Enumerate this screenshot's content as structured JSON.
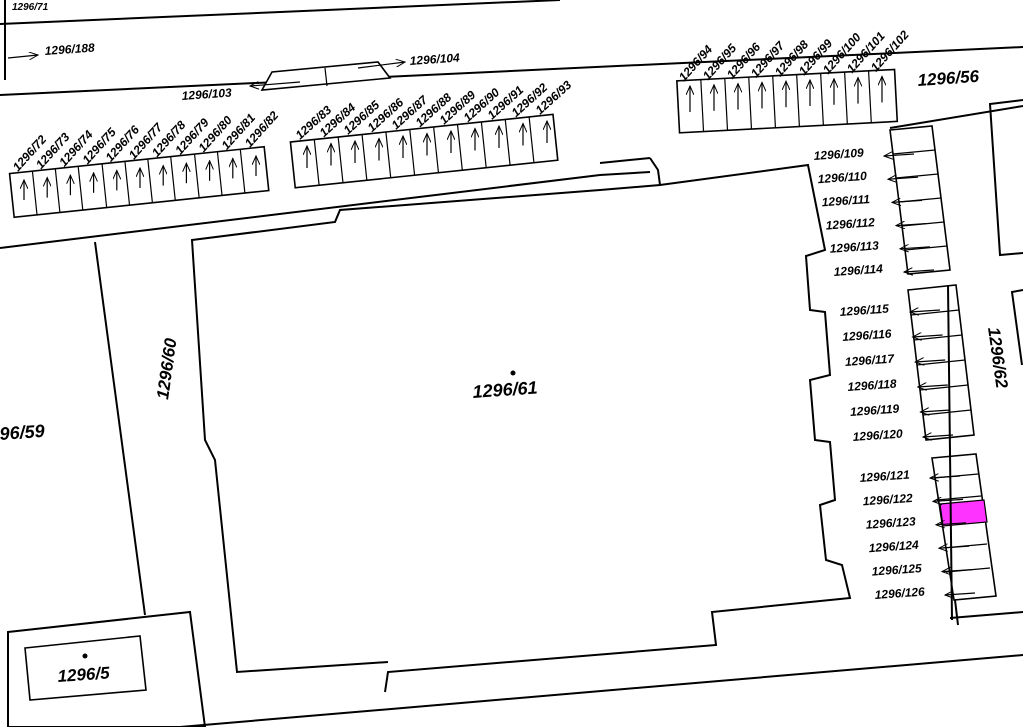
{
  "highlight_color": "#ff33ff",
  "main_parcel": "1296/61",
  "parcels": {
    "p71": "1296/71",
    "p188": "1296/188",
    "p104": "1296/104",
    "p103": "1296/103",
    "p56": "1296/56",
    "p60": "1296/60",
    "p59": "96/59",
    "p62": "1296/62",
    "p5": "1296/5"
  },
  "top_left_row": [
    "1296/72",
    "1296/73",
    "1296/74",
    "1296/75",
    "1296/76",
    "1296/77",
    "1296/78",
    "1296/79",
    "1296/80",
    "1296/81",
    "1296/82"
  ],
  "top_mid_row": [
    "1296/83",
    "1296/84",
    "1296/85",
    "1296/86",
    "1296/87",
    "1296/88",
    "1296/89",
    "1296/90",
    "1296/91",
    "1296/92",
    "1296/93"
  ],
  "top_right_row": [
    "1296/94",
    "1296/95",
    "1296/96",
    "1296/97",
    "1296/98",
    "1296/99",
    "1296/100",
    "1296/101",
    "1296/102"
  ],
  "right_col_a": [
    "1296/109",
    "1296/110",
    "1296/111",
    "1296/112",
    "1296/113",
    "1296/114"
  ],
  "right_col_b": [
    "1296/115",
    "1296/116",
    "1296/117",
    "1296/118",
    "1296/119",
    "1296/120"
  ],
  "right_col_c": [
    "1296/121",
    "1296/122",
    "1296/123",
    "1296/124",
    "1296/125",
    "1296/126"
  ],
  "highlighted_parcel": "1296/123"
}
